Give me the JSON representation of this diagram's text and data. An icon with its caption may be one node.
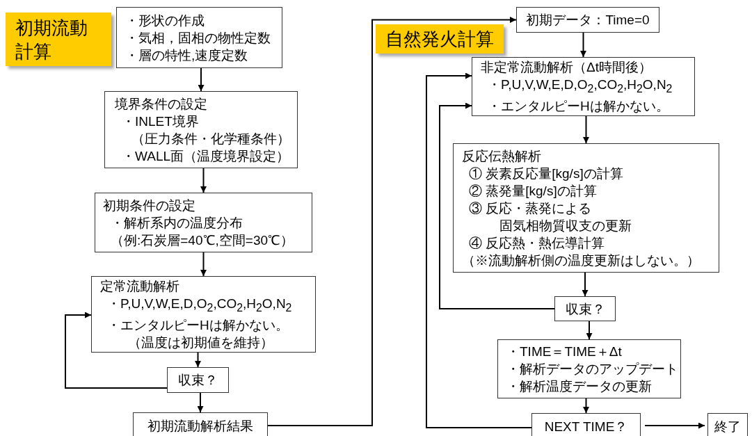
{
  "diagram": {
    "nodes": [
      {
        "text": [
          "初期流動計算"
        ]
      },
      {
        "text": [
          "・形状の作成",
          "・気相，固相の物性定数",
          "・層の特性,速度定数"
        ]
      },
      {
        "text": [
          "境界条件の設定",
          "・INLET境界",
          "（圧力条件・化学種条件）",
          "・WALL面（温度境界設定）"
        ]
      },
      {
        "text": [
          "初期条件の設定",
          "・解析系内の温度分布",
          "（例:石炭層=40℃,空間=30℃）"
        ]
      },
      {
        "text": [
          "定常流動解析",
          "・P,U,V,W,E,D,O$_{2}$,CO$_{2}$,H$_{2}$O,N$_{2}$",
          "・エンタルピーHは解かない。",
          "（温度は初期値を維持）"
        ]
      },
      {
        "text": [
          "収束？"
        ]
      },
      {
        "text": [
          "初期流動解析結果"
        ]
      },
      {
        "text": [
          "自然発火計算"
        ]
      },
      {
        "text": [
          "初期データ：Time=0"
        ]
      },
      {
        "text": [
          "非定常流動解析（Δt時間後）",
          "・P,U,V,W,E,D,O$_{2}$,CO$_{2}$,H$_{2}$O,N$_{2}$",
          "・エンタルピーHは解かない。"
        ]
      },
      {
        "text": [
          "反応伝熱解析",
          "① 炭素反応量[kg/s]の計算",
          "② 蒸発量[kg/s]の計算",
          "③ 反応・蒸発による",
          "固気相物質収支の更新",
          "④ 反応熱・熱伝導計算",
          "（※流動解析側の温度更新はしない。）"
        ]
      },
      {
        "text": [
          "収束？"
        ]
      },
      {
        "text": [
          "・TIME＝TIME＋Δt",
          "・解析データのアップデート",
          "・解析温度データの更新"
        ]
      },
      {
        "text": [
          "NEXT TIME？"
        ]
      },
      {
        "text": [
          "終了"
        ]
      }
    ],
    "edges": [
      {
        "from": 1,
        "to": 2,
        "arrow": "to"
      },
      {
        "from": 2,
        "to": 3,
        "arrow": "to"
      },
      {
        "from": 3,
        "to": 4,
        "arrow": "to"
      },
      {
        "from": 4,
        "to": 5,
        "arrow": "to"
      },
      {
        "from": 5,
        "to": 4,
        "arrow": "to"
      },
      {
        "from": 5,
        "to": 6,
        "arrow": "to"
      },
      {
        "from": 6,
        "to": 8,
        "arrow": "to"
      },
      {
        "from": 8,
        "to": 9,
        "arrow": "to"
      },
      {
        "from": 9,
        "to": 10,
        "arrow": "to"
      },
      {
        "from": 10,
        "to": 11,
        "arrow": "to"
      },
      {
        "from": 11,
        "to": 9,
        "arrow": "to"
      },
      {
        "from": 11,
        "to": 12,
        "arrow": "to"
      },
      {
        "from": 12,
        "to": 13,
        "arrow": "to"
      },
      {
        "from": 13,
        "to": 9,
        "arrow": "to"
      },
      {
        "from": 13,
        "to": 14,
        "arrow": "to"
      }
    ]
  }
}
